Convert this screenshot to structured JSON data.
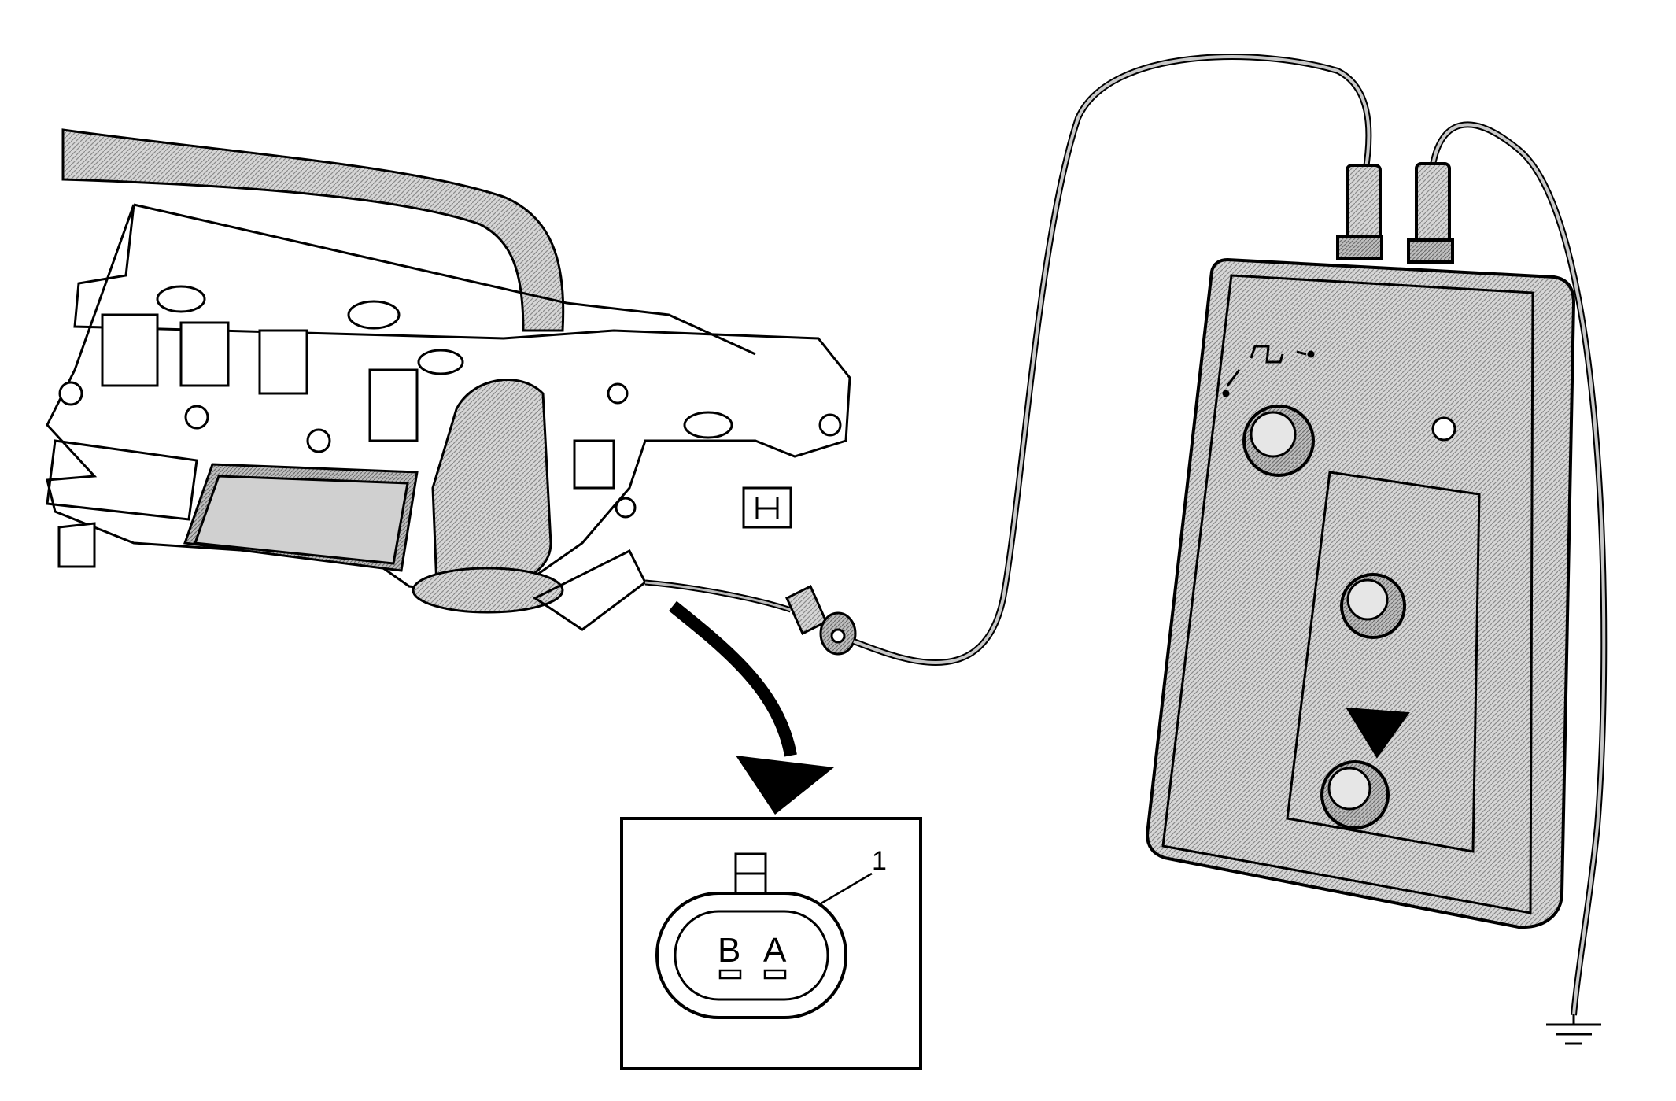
{
  "connector": {
    "callout_number": "1",
    "pin_b": "B",
    "pin_a": "A"
  },
  "colors": {
    "line": "#000000",
    "hatch": "#9a9a9a",
    "background": "#ffffff"
  },
  "icons": [
    "callout-arrow-icon",
    "ground-symbol-icon",
    "knob-icon",
    "triangle-marker-icon",
    "wave-symbol-icon"
  ]
}
